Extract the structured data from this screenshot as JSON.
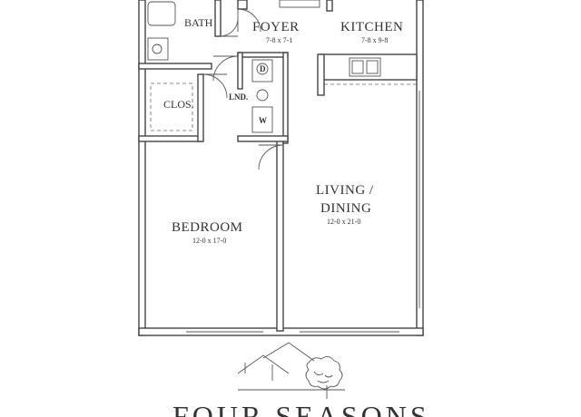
{
  "rooms": {
    "bath": {
      "name": "BATH"
    },
    "foyer": {
      "name": "FOYER",
      "dim": "7-8 x 7-1"
    },
    "kitchen": {
      "name": "KITCHEN",
      "dim": "7-8 x 9-8"
    },
    "closet": {
      "name": "CLOS."
    },
    "laundry": {
      "name": "LND."
    },
    "living": {
      "name_line1": "LIVING /",
      "name_line2": "DINING",
      "dim": "12-0 x 21-0"
    },
    "bedroom": {
      "name": "BEDROOM",
      "dim": "12-0 x 17-0"
    }
  },
  "fixtures": {
    "dryer": "D",
    "washer": "W"
  },
  "logo": {
    "text": "FOUR SEASONS"
  }
}
